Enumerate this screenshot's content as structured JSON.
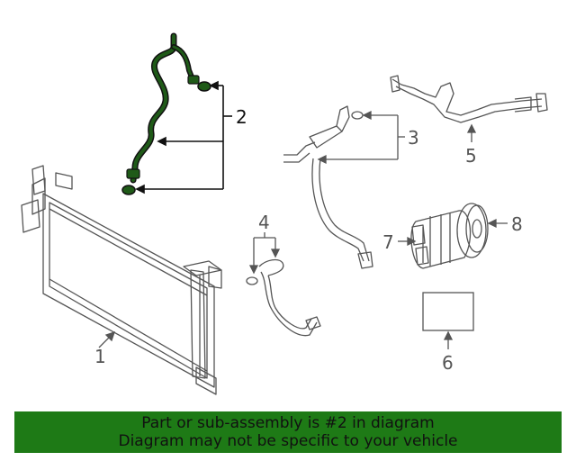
{
  "callouts": {
    "c1": "1",
    "c2": "2",
    "c3": "3",
    "c4": "4",
    "c5": "5",
    "c6": "6",
    "c7": "7",
    "c8": "8"
  },
  "banner": {
    "line1": "Part or sub-assembly is #2 in diagram",
    "line2": "Diagram may not be specific to your vehicle",
    "color": "#1e7a16"
  },
  "colors": {
    "highlight_part": "#1f5a18",
    "line_art": "#555555"
  }
}
